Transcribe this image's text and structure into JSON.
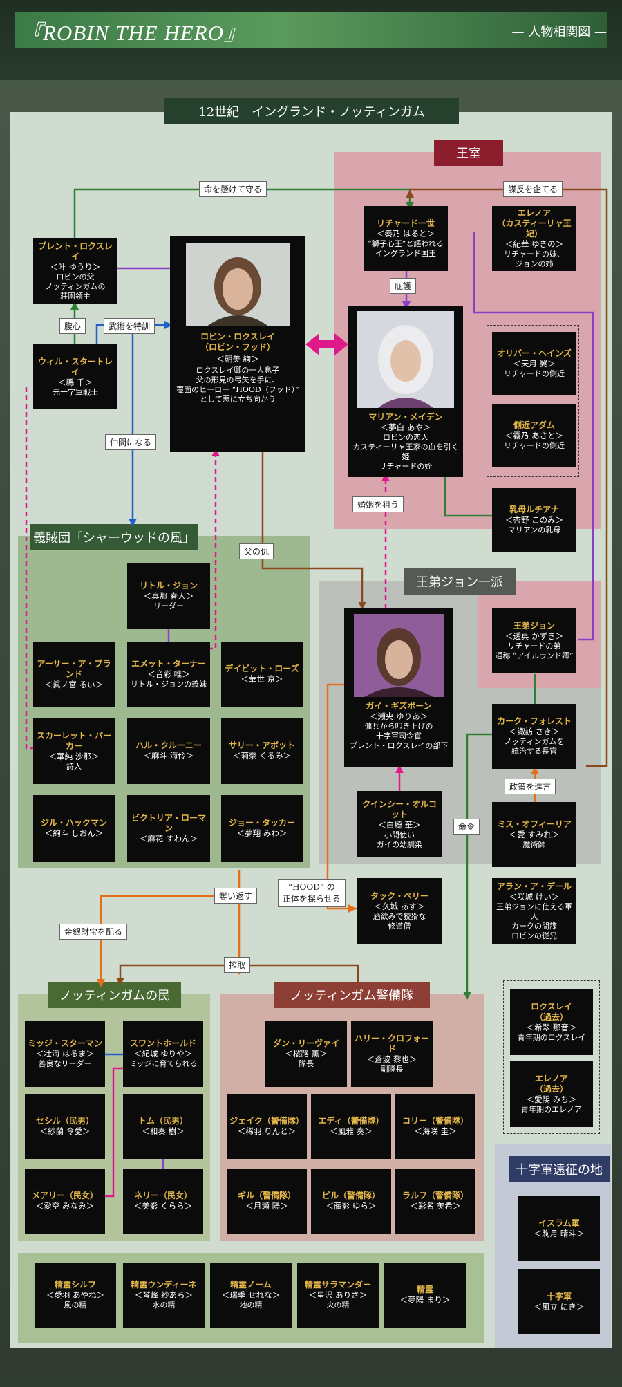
{
  "header": {
    "title": "『ROBIN THE HERO』",
    "subtitle": "— 人物相関図 —"
  },
  "regions": {
    "era": "12世紀　イングランド・ノッティンガム",
    "royal": "王室",
    "john": "王弟ジョン一派",
    "band": "義賊団「シャーウッドの風」",
    "people": "ノッティンガムの民",
    "guard": "ノッティンガム警備隊",
    "crusade": "十字軍遠征の地"
  },
  "relations": {
    "protect": "命を懸けて守る",
    "plot": "謀反を企てる",
    "retainer": "腹心",
    "teach": "武術を特訓",
    "friends": "仲間になる",
    "patron": "庇護",
    "revenge": "父の仇",
    "marriage": "婚姻を狙う",
    "order": "命令",
    "advice": "政策を進言",
    "hood_a": "“HOOD” の",
    "hood_b": "正体を探らせる",
    "retake": "奪い返す",
    "distribute": "金銀財宝を配る",
    "exploit": "搾取"
  },
  "robin": {
    "name1": "ロビン・ロクスレイ",
    "name2": "（ロビン・フッド）",
    "actor": "＜朝美 絢＞",
    "desc": [
      "ロクスレイ卿の一人息子",
      "父の形見の弓矢を手に、",
      "覆面のヒーロー “HOOD（フッド）”",
      "として悪に立ち向かう"
    ]
  },
  "marian": {
    "name": "マリアン・メイデン",
    "actor": "＜夢白 あや＞",
    "desc": [
      "ロビンの恋人",
      "カスティーリャ王家の血を引く姫",
      "リチャードの姪"
    ]
  },
  "guy": {
    "name": "ガイ・ギズボーン",
    "actor": "＜瀬央 ゆりあ＞",
    "desc": [
      "傭兵から叩き上げの",
      "十字軍司令官",
      "ブレント・ロクスレイの部下"
    ]
  },
  "richard": {
    "name": "リチャード一世",
    "actor": "＜奏乃 はると＞",
    "desc": [
      "“獅子心王”と謳われる",
      "イングランド国王"
    ]
  },
  "eleanor": {
    "name": "エレノア",
    "name2": "（カスティーリャ王妃）",
    "actor": "＜紀華 ゆきの＞",
    "desc": [
      "リチャードの妹、",
      "ジョンの姉"
    ]
  },
  "oliver": {
    "name": "オリバー・ヘインズ",
    "actor": "＜天月 翼＞",
    "desc": [
      "リチャードの側近"
    ]
  },
  "adam": {
    "name": "側近アダム",
    "actor": "＜霧乃 あさと＞",
    "desc": [
      "リチャードの側近"
    ]
  },
  "nurse": {
    "name": "乳母ルチアナ",
    "actor": "＜杏野 このみ＞",
    "desc": [
      "マリアンの乳母"
    ]
  },
  "brent": {
    "name": "ブレント・ロクスレイ",
    "actor": "＜叶 ゆうり＞",
    "desc": [
      "ロビンの父",
      "ノッティンガムの",
      "荘園領主"
    ]
  },
  "will": {
    "name": "ウィル・スタートレイ",
    "actor": "＜縣 千＞",
    "desc": [
      "元十字軍戦士"
    ]
  },
  "john": {
    "name": "王弟ジョン",
    "actor": "＜透真 かずき＞",
    "desc": [
      "リチャードの弟",
      "通称 “アイルランド卿”"
    ]
  },
  "kirk": {
    "name": "カーク・フォレスト",
    "actor": "＜諏訪 さき＞",
    "desc": [
      "ノッティンガムを",
      "統治する長官"
    ]
  },
  "ophelia": {
    "name": "ミス・オフィーリア",
    "actor": "＜愛 すみれ＞",
    "desc": [
      "魔術師"
    ]
  },
  "alan": {
    "name": "アラン・ア・デール",
    "actor": "＜咲城 けい＞",
    "desc": [
      "王弟ジョンに仕える軍人",
      "カークの間諜",
      "ロビンの従兄"
    ]
  },
  "quincy": {
    "name": "クインシー・オルコット",
    "actor": "＜白綺 華＞",
    "desc": [
      "小間使い",
      "ガイの幼馴染"
    ]
  },
  "tuck": {
    "name": "タック・ベリー",
    "actor": "＜久城 あす＞",
    "desc": [
      "酒飲みで狡猾な",
      "修道僧"
    ]
  },
  "band": [
    {
      "name": "リトル・ジョン",
      "actor": "＜真那 春人＞",
      "desc": "リーダー"
    },
    {
      "name": "アーサー・ア・ブランド",
      "actor": "＜眞ノ宮 るい＞",
      "desc": ""
    },
    {
      "name": "エメット・ターナー",
      "actor": "＜音彩 唯＞",
      "desc": "リトル・ジョンの義妹"
    },
    {
      "name": "デイビット・ローズ",
      "actor": "＜華世 京＞",
      "desc": ""
    },
    {
      "name": "スカーレット・パーカー",
      "actor": "＜華純 沙那＞",
      "desc": "詩人"
    },
    {
      "name": "ハル・クルーニー",
      "actor": "＜麻斗 海伶＞",
      "desc": ""
    },
    {
      "name": "サリー・アボット",
      "actor": "＜莉奈 くるみ＞",
      "desc": ""
    },
    {
      "name": "ジル・ハックマン",
      "actor": "＜絢斗 しおん＞",
      "desc": ""
    },
    {
      "name": "ビクトリア・ローマン",
      "actor": "＜麻花 すわん＞",
      "desc": ""
    },
    {
      "name": "ジョー・タッカー",
      "actor": "＜夢翔 みわ＞",
      "desc": ""
    }
  ],
  "people": [
    {
      "name": "ミッジ・スターマン",
      "actor": "＜壮海 はるま＞",
      "desc": "善良なリーダー"
    },
    {
      "name": "スワントホールド",
      "actor": "＜紀城 ゆりや＞",
      "desc": "ミッジに育てられる"
    },
    {
      "name": "セシル（民男）",
      "actor": "＜紗蘭 令愛＞",
      "desc": ""
    },
    {
      "name": "トム（民男）",
      "actor": "＜和奏 樹＞",
      "desc": ""
    },
    {
      "name": "メアリー（民女）",
      "actor": "＜愛空 みなみ＞",
      "desc": ""
    },
    {
      "name": "ネリー（民女）",
      "actor": "＜美影 くらら＞",
      "desc": ""
    }
  ],
  "guard": [
    {
      "name": "ダン・リーヴァイ",
      "actor": "＜桜路 薫＞",
      "desc": "隊長"
    },
    {
      "name": "ハリー・クロフォード",
      "actor": "＜蒼波 黎也＞",
      "desc": "副隊長"
    },
    {
      "name": "ジェイク（警備隊）",
      "actor": "＜稀羽 りんと＞",
      "desc": ""
    },
    {
      "name": "エディ（警備隊）",
      "actor": "＜風雅 奏＞",
      "desc": ""
    },
    {
      "name": "コリー（警備隊）",
      "actor": "＜海咲 圭＞",
      "desc": ""
    },
    {
      "name": "ギル（警備隊）",
      "actor": "＜月瀬 陽＞",
      "desc": ""
    },
    {
      "name": "ビル（警備隊）",
      "actor": "＜藤影 ゆら＞",
      "desc": ""
    },
    {
      "name": "ラルフ（警備隊）",
      "actor": "＜彩名 美希＞",
      "desc": ""
    }
  ],
  "past": [
    {
      "name": "ロクスレイ",
      "name2": "（過去）",
      "actor": "＜希翠 那音＞",
      "desc": "青年期のロクスレイ"
    },
    {
      "name": "エレノア",
      "name2": "（過去）",
      "actor": "＜愛陽 みち＞",
      "desc": "青年期のエレノア"
    }
  ],
  "crusade": [
    {
      "name": "イスラム軍",
      "actor": "＜駒月 晴斗＞"
    },
    {
      "name": "十字軍",
      "actor": "＜風立 にき＞"
    }
  ],
  "spirits": [
    {
      "name": "精霊シルフ",
      "actor": "＜愛羽 あやね＞",
      "desc": "風の精"
    },
    {
      "name": "精霊ウンディーネ",
      "actor": "＜琴峰 紗あら＞",
      "desc": "水の精"
    },
    {
      "name": "精霊ノーム",
      "actor": "＜瑞季 せれな＞",
      "desc": "地の精"
    },
    {
      "name": "精霊サラマンダー",
      "actor": "＜星沢 ありさ＞",
      "desc": "火の精"
    },
    {
      "name": "精霊",
      "actor": "＜夢陽 まり＞",
      "desc": ""
    }
  ]
}
